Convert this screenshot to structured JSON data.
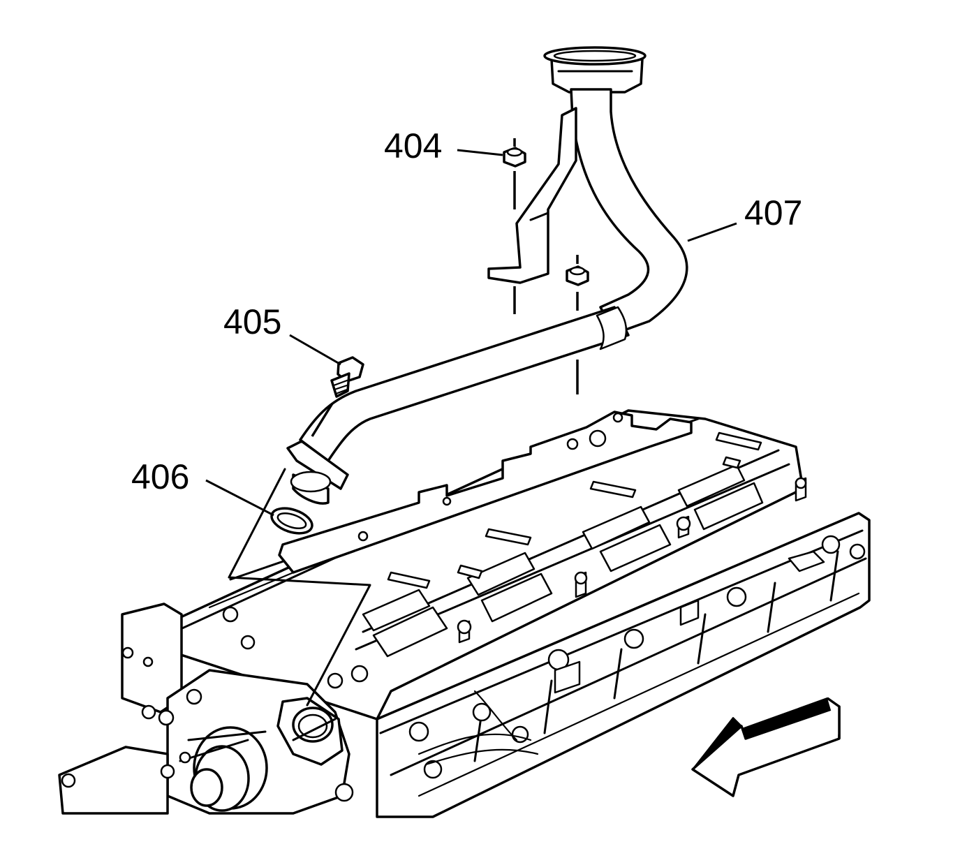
{
  "callouts": {
    "c404": "404",
    "c405": "405",
    "c406": "406",
    "c407": "407"
  },
  "icons": {
    "direction_arrow": "front-direction-arrow-icon"
  },
  "colors": {
    "line": "#000000",
    "background": "#ffffff"
  }
}
